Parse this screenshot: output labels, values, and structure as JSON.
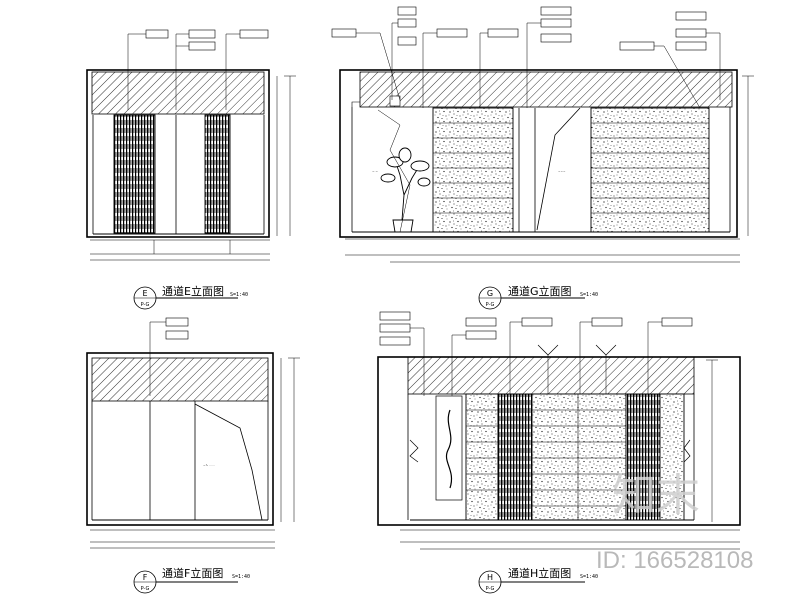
{
  "drawings": [
    {
      "id": "E",
      "title": "通道E立面图",
      "mark": "E",
      "sheet": "P-G",
      "scale": "S=1:40"
    },
    {
      "id": "G",
      "title": "通道G立面图",
      "mark": "G",
      "sheet": "P-G",
      "scale": "S=1:40"
    },
    {
      "id": "F",
      "title": "通道F立面图",
      "mark": "F",
      "sheet": "P-G",
      "scale": "S=1:40"
    },
    {
      "id": "H",
      "title": "通道H立面图",
      "mark": "H",
      "sheet": "P-G",
      "scale": "S=1:40"
    }
  ],
  "watermark": {
    "logo": "知末",
    "id_text": "ID: 166528108"
  },
  "colors": {
    "line": "#000000",
    "watermark": "#bdbdbd"
  }
}
